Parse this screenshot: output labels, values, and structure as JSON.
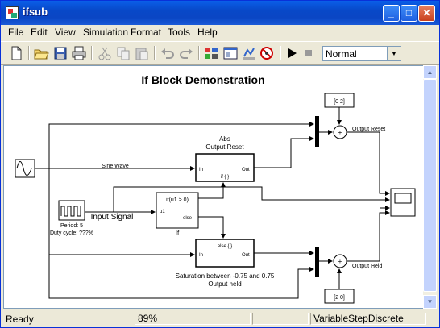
{
  "window": {
    "title": "ifsub",
    "buttons": {
      "minimize": "_",
      "maximize": "□",
      "close": "✕"
    }
  },
  "menu": [
    "File",
    "Edit",
    "View",
    "Simulation",
    "Format",
    "Tools",
    "Help"
  ],
  "toolbar": {
    "sim_mode": "Normal",
    "icons": [
      "new-icon",
      "open-icon",
      "save-icon",
      "print-icon",
      "cut-icon",
      "copy-icon",
      "paste-icon",
      "undo-icon",
      "redo-icon",
      "library-browser-icon",
      "model-explorer-icon",
      "update-diagram-icon",
      "debugger-icon",
      "start-simulation-icon",
      "stop-simulation-icon"
    ]
  },
  "diagram": {
    "title": "If Block Demonstration",
    "labels": {
      "sine_wave": "Sine Wave",
      "input_signal": "Input Signal",
      "pulse_period": "Period: 5",
      "pulse_duty": "Duty cycle: ???%",
      "abs_title_1": "Abs",
      "abs_title_2": "Output Reset",
      "abs_in": "In",
      "abs_out": "Out",
      "abs_action": "if { }",
      "if_cond": "if(u1 > 0)",
      "if_u1": "u1",
      "if_else": "else",
      "if_name": "If",
      "sat_action": "else { }",
      "sat_in": "In",
      "sat_out": "Out",
      "sat_title_1": "Saturation between -0.75 and 0.75",
      "sat_title_2": "Output held",
      "const_top": "[0  2]",
      "const_bottom": "[2  0]",
      "output_reset": "Output Reset",
      "output_held": "Output Held"
    }
  },
  "status": {
    "state": "Ready",
    "zoom": "89%",
    "solver": "VariableStepDiscrete"
  }
}
